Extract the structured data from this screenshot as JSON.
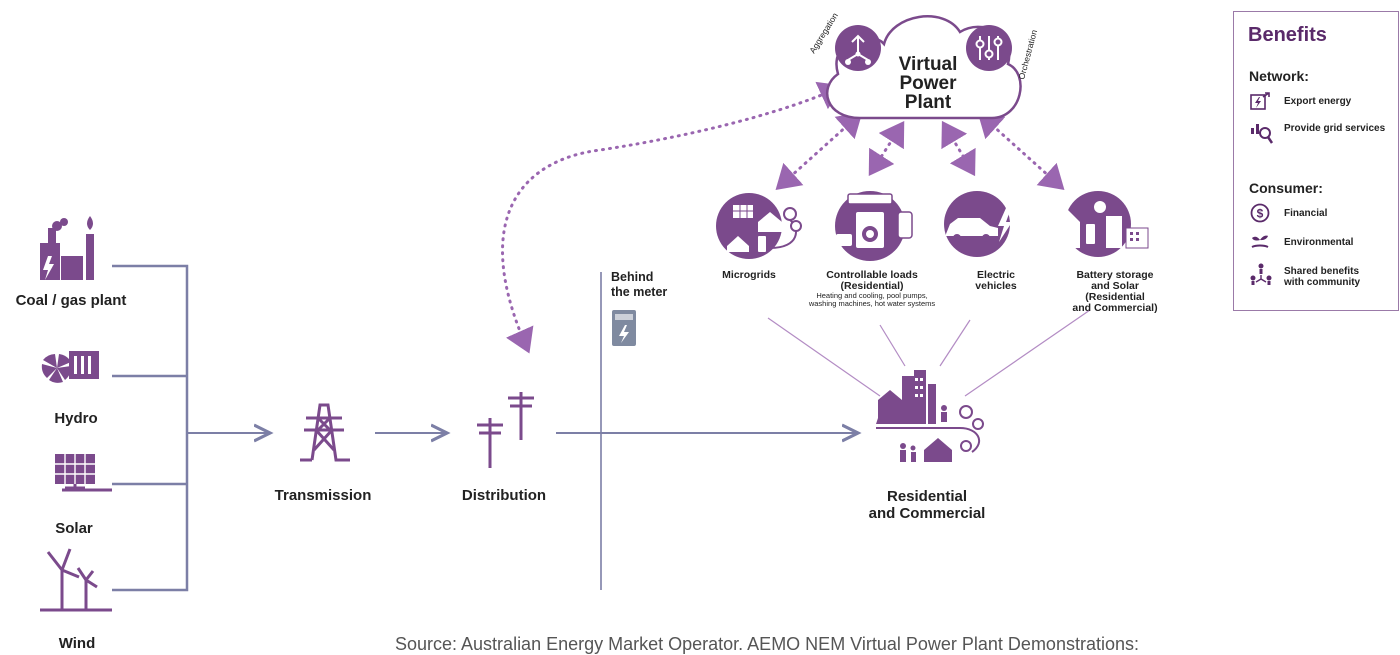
{
  "sources": {
    "coal": "Coal / gas plant",
    "hydro": "Hydro",
    "solar": "Solar",
    "wind": "Wind"
  },
  "grid": {
    "transmission": "Transmission",
    "distribution": "Distribution",
    "behind_meter": [
      "Behind",
      "the meter"
    ]
  },
  "vpp": {
    "title": [
      "Virtual",
      "Power",
      "Plant"
    ],
    "aggregation": "Aggregation",
    "orchestration": "Orchestration"
  },
  "resources": {
    "microgrids": "Microgrids",
    "loads_title": [
      "Controllable loads",
      "(Residential)"
    ],
    "loads_detail": [
      "Heating and cooling, pool pumps,",
      "washing machines, hot water systems"
    ],
    "ev": [
      "Electric",
      "vehicles"
    ],
    "battery": [
      "Battery storage",
      "and Solar",
      "(Residential",
      "and Commercial)"
    ]
  },
  "destination": [
    "Residential",
    "and Commercial"
  ],
  "benefits": {
    "title": "Benefits",
    "network_heading": "Network:",
    "network_items": [
      "Export energy",
      "Provide grid services"
    ],
    "consumer_heading": "Consumer:",
    "consumer_items": [
      "Financial",
      "Environmental",
      "Shared benefits with community"
    ],
    "consumer_item_lines": [
      "Shared benefits",
      "with community"
    ]
  },
  "source_text": "Source: Australian Energy Market Operator. AEMO NEM Virtual Power Plant Demonstrations:",
  "colors": {
    "purple": "#7b4a8c",
    "line_grey": "#7c7fa6",
    "dotted": "#9a66b0"
  },
  "icons": [
    "factory-icon",
    "hydro-turbine-icon",
    "solar-panel-icon",
    "wind-turbine-icon",
    "transmission-tower-icon",
    "power-pole-icon",
    "meter-icon",
    "cloud-icon",
    "aggregation-icon",
    "orchestration-icon",
    "microgrid-icon",
    "controllable-loads-icon",
    "electric-vehicle-icon",
    "battery-solar-icon",
    "residential-commercial-icon"
  ]
}
